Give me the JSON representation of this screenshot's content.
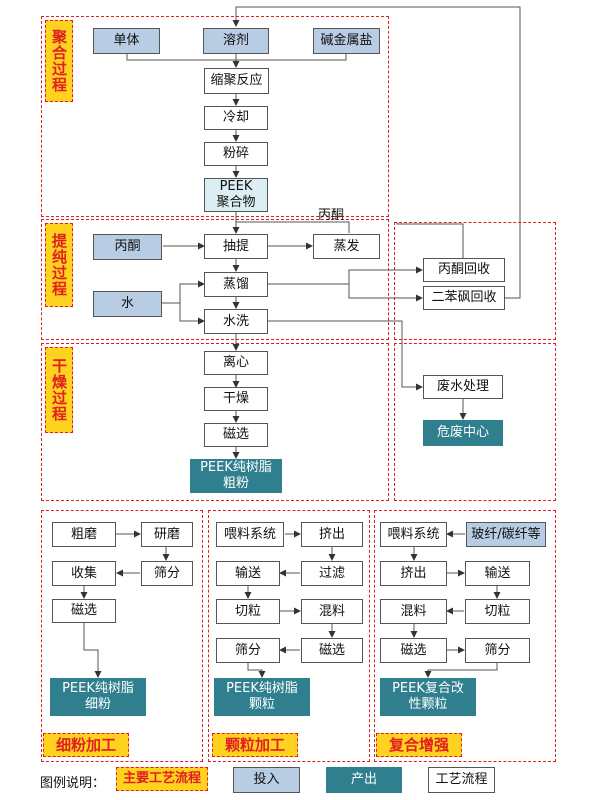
{
  "stages": {
    "polymerization": "聚合过程",
    "extraction": "提纯过程",
    "drying": "干燥过程",
    "fine_powder": "细粉加工",
    "pellet": "颗粒加工",
    "composite": "复合增强"
  },
  "nodes": {
    "monomer": "单体",
    "solvent": "溶剂",
    "alkali_salt": "碱金属盐",
    "polycondensation": "缩聚反应",
    "cooling": "冷却",
    "crushing": "粉碎",
    "peek_polymer": "PEEK\n聚合物",
    "acetone_in": "丙酮",
    "extraction": "抽提",
    "evaporation": "蒸发",
    "distillation": "蒸馏",
    "water_in": "水",
    "water_wash": "水洗",
    "acetone_recovery": "丙酮回收",
    "dps_recovery": "二苯砜回收",
    "centrifuge": "离心",
    "drying": "干燥",
    "magnetic_sep_1": "磁选",
    "peek_coarse": "PEEK纯树脂\n粗粉",
    "wastewater": "废水处理",
    "hazwaste": "危废中心",
    "coarse_grind": "粗磨",
    "fine_grind": "研磨",
    "collect": "收集",
    "sieve_1": "筛分",
    "magnetic_sep_2": "磁选",
    "peek_fine": "PEEK纯树脂\n细粉",
    "feed_1": "喂料系统",
    "extrude_1": "挤出",
    "convey_1": "输送",
    "filter": "过滤",
    "pelletize_1": "切粒",
    "blend_1": "混料",
    "sieve_2": "筛分",
    "magnetic_sep_3": "磁选",
    "peek_pellet": "PEEK纯树脂\n颗粒",
    "feed_2": "喂料系统",
    "fiber_in": "玻纤/碳纤等",
    "extrude_2": "挤出",
    "convey_2": "输送",
    "blend_2": "混料",
    "pelletize_2": "切粒",
    "magnetic_sep_4": "磁选",
    "sieve_3": "筛分",
    "peek_composite": "PEEK复合改\n性颗粒"
  },
  "edge_label_acetone": "丙酮",
  "legend": {
    "title": "图例说明：",
    "main_flow": "主要工艺流程",
    "input": "投入",
    "output": "产出",
    "process": "工艺流程"
  },
  "colors": {
    "input": "#b8cce4",
    "output": "#2f7f8e",
    "stage_fill": "#ffd21f",
    "dashed_border": "#e02020",
    "peek_fill": "#dbeef3"
  }
}
